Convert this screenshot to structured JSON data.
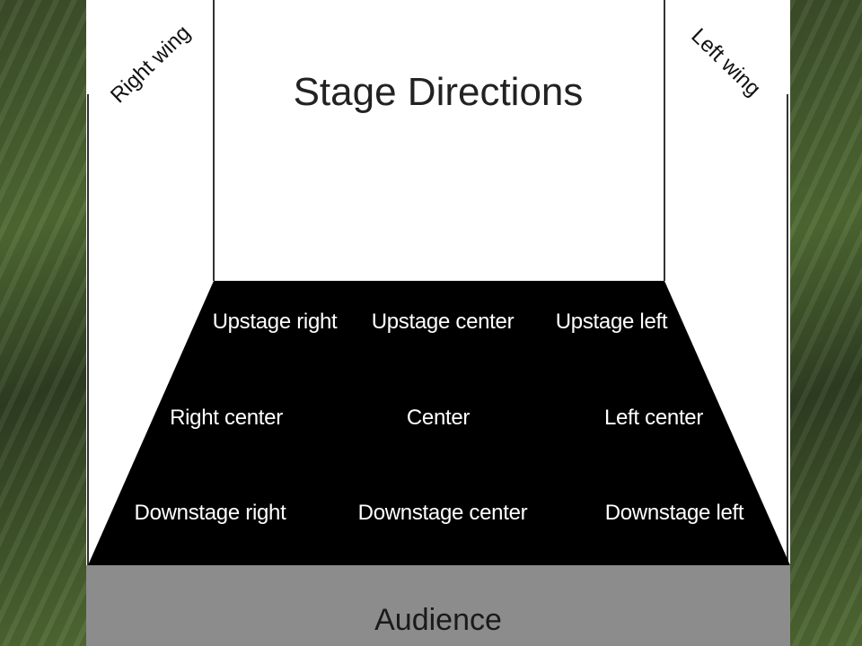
{
  "title": "Stage Directions",
  "wings": {
    "right": "Right wing",
    "left": "Left wing"
  },
  "areas": {
    "upstage_right": "Upstage right",
    "upstage_center": "Upstage center",
    "upstage_left": "Upstage left",
    "right_center": "Right center",
    "center": "Center",
    "left_center": "Left center",
    "downstage_right": "Downstage right",
    "downstage_center": "Downstage center",
    "downstage_left": "Downstage left"
  },
  "audience": "Audience",
  "colors": {
    "stage_floor": "#000000",
    "audience_bar": "#8c8c8c",
    "background": "#ffffff"
  }
}
